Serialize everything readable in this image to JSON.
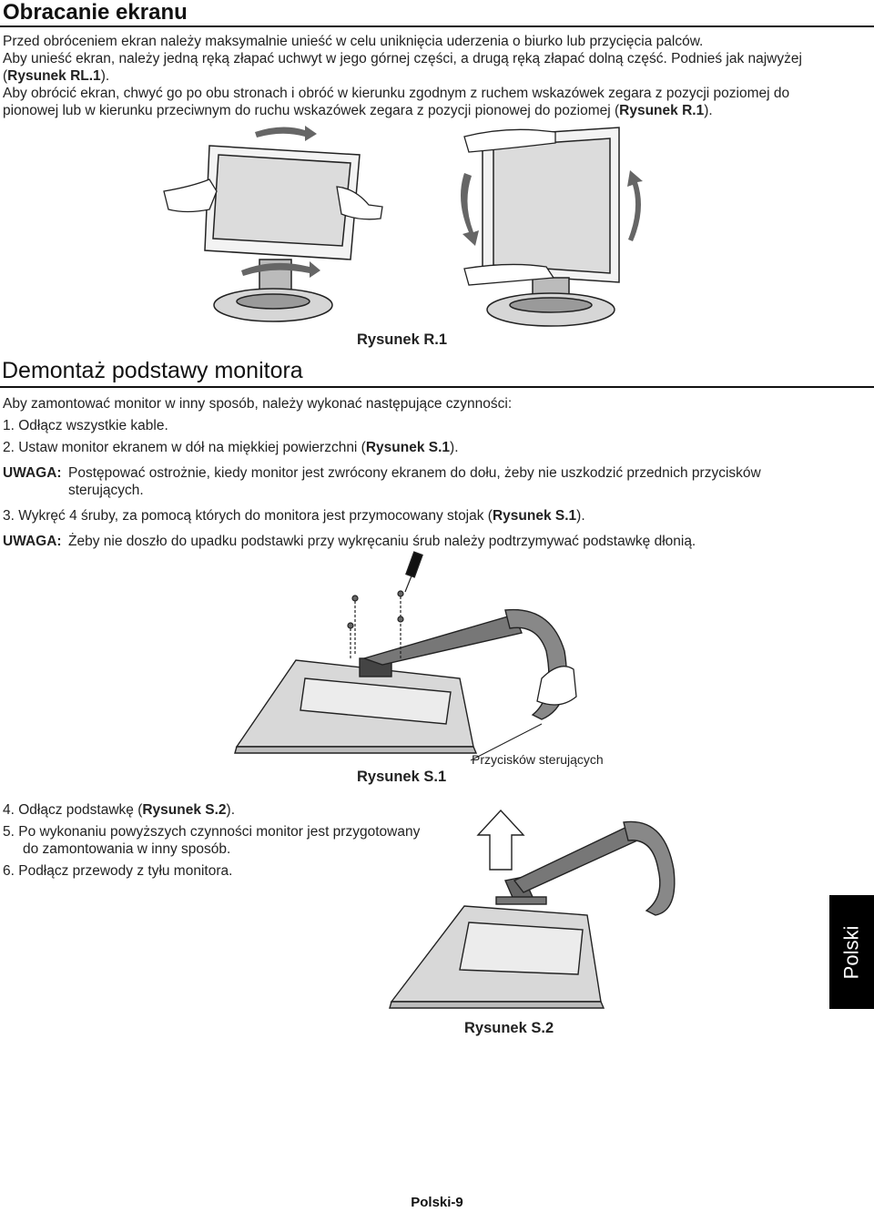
{
  "section1": {
    "title": "Obracanie ekranu",
    "line1": "Przed obróceniem ekran należy maksymalnie unieść w celu uniknięcia uderzenia o biurko lub przycięcia palców.",
    "line2": "Aby unieść ekran, należy jedną ręką złapać uchwyt w jego górnej części, a drugą ręką złapać dolną część. Podnieś jak najwyżej",
    "line3_pre": "(",
    "line3_ref": "Rysunek RL.1",
    "line3_post": ").",
    "line4": "Aby obrócić ekran, chwyć go po obu stronach i obróć w kierunku zgodnym z ruchem wskazówek zegara z pozycji poziomej do",
    "line5_pre": "pionowej lub w kierunku przeciwnym do ruchu wskazówek zegara z pozycji pionowej do poziomej (",
    "line5_ref": "Rysunek R.1",
    "line5_post": ")."
  },
  "figure_r1": {
    "caption": "Rysunek R.1"
  },
  "section2": {
    "title": "Demontaż podstawy monitora",
    "intro": "Aby zamontować monitor w inny sposób, należy wykonać następujące czynności:",
    "step1": "1.  Odłącz wszystkie kable.",
    "step2_pre": "2.  Ustaw monitor ekranem w dół na miękkiej powierzchni (",
    "step2_ref": "Rysunek S.1",
    "step2_post": ").",
    "note1_label": "UWAGA:",
    "note1_text": "Postępować ostrożnie, kiedy monitor jest zwrócony ekranem do dołu, żeby nie uszkodzić przednich przycisków sterujących.",
    "step3_pre": "3.  Wykręć 4 śruby, za pomocą których do monitora jest przymocowany stojak (",
    "step3_ref": "Rysunek S.1",
    "step3_post": ").",
    "note2_label": "UWAGA:",
    "note2_text": "Żeby nie doszło do upadku podstawki przy wykręcaniu śrub należy podtrzymywać podstawkę dłonią.",
    "step4_pre": "4.  Odłącz podstawkę (",
    "step4_ref": "Rysunek S.2",
    "step4_post": ").",
    "step5_line1": "5.  Po wykonaniu powyższych czynności monitor jest przygotowany",
    "step5_line2": "do zamontowania w inny sposób.",
    "step6": "6.  Podłącz przewody z tyłu monitora."
  },
  "figure_s1": {
    "caption": "Rysunek S.1",
    "callout": "Przycisków sterujących"
  },
  "figure_s2": {
    "caption": "Rysunek S.2"
  },
  "side_tab": {
    "label": "Polski"
  },
  "footer": {
    "page": "Polski-9"
  }
}
